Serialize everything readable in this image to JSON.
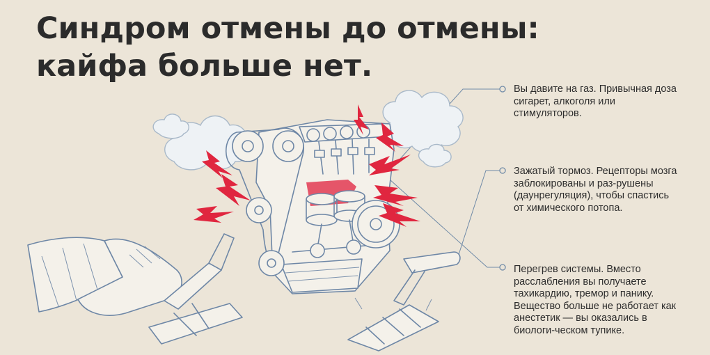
{
  "title": {
    "line1": "Синдром отмены до отмены:",
    "line2": "кайфа больше нет."
  },
  "callouts": [
    {
      "text": "Вы давите на газ. Привычная доза сигарет, алкоголя или стимуляторов."
    },
    {
      "text": "Зажатый тормоз. Рецепторы мозга заблокированы и раз-рушены (даунрегуляция), чтобы спастись от химического потопа."
    },
    {
      "text": "Перегрев системы. Вместо расслабления вы получаете тахикардию, тремор и панику. Вещество больше не работает как анестетик — вы оказались в биологи-ческом тупике."
    }
  ],
  "colors": {
    "background": "#ece5d8",
    "text": "#2b2b2b",
    "ink": "#6e87a6",
    "accent_red": "#e0263f"
  }
}
